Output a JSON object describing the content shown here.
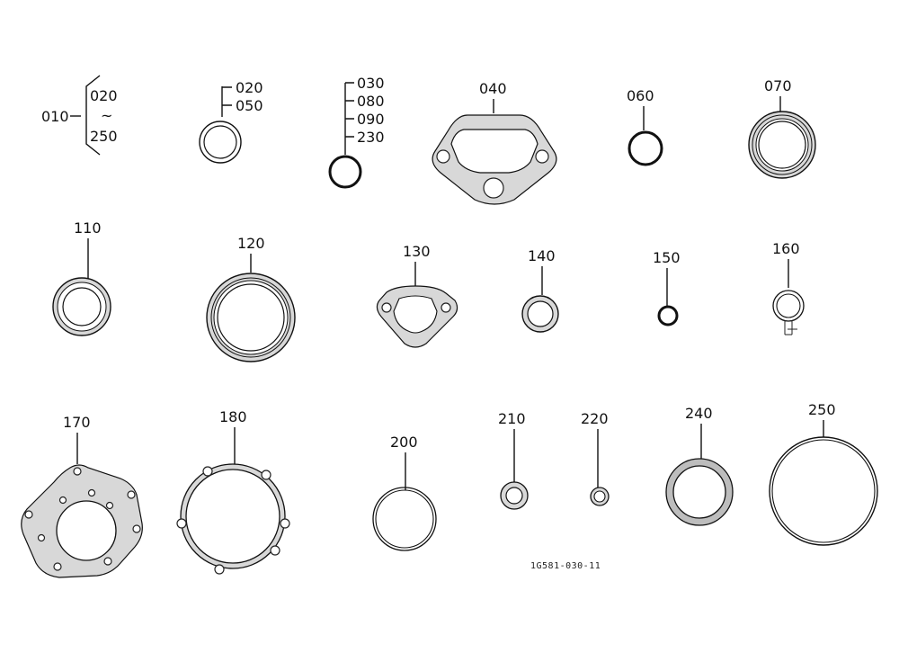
{
  "parts": {
    "p010": "010",
    "p010_from": "020",
    "p010_tilde": "~",
    "p010_to": "250",
    "p020": "020",
    "p050": "050",
    "p030": "030",
    "p080": "080",
    "p090": "090",
    "p230": "230",
    "p040": "040",
    "p060": "060",
    "p070": "070",
    "p110": "110",
    "p120": "120",
    "p130": "130",
    "p140": "140",
    "p150": "150",
    "p160": "160",
    "p170": "170",
    "p180": "180",
    "p200": "200",
    "p210": "210",
    "p220": "220",
    "p240": "240",
    "p250": "250"
  },
  "drawing_code": "1G581-030-11"
}
